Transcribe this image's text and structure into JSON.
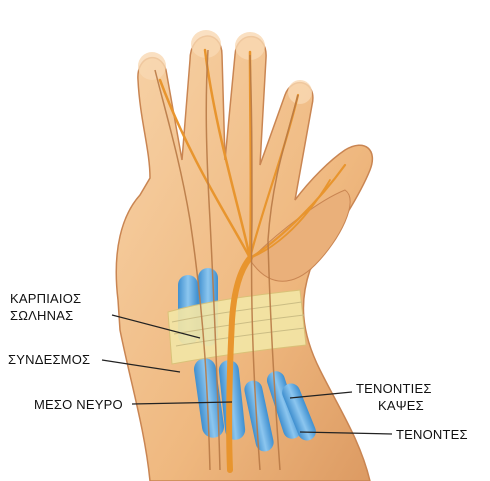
{
  "labels": {
    "carpal_tunnel_line1": "ΚΑΡΠΙΑΙΟΣ",
    "carpal_tunnel_line2": "ΣΩΛΗΝΑΣ",
    "ligament": "ΣΥΝΔΕΣΜΟΣ",
    "median_nerve": "ΜΕΣΟ ΝΕΥΡΟ",
    "tendon_sheaths_line1": "ΤΕΝΟΝΤΙΕΣ",
    "tendon_sheaths_line2": "ΚΑΨΕΣ",
    "tendons": "ΤΕΝΟΝΤΕΣ"
  },
  "colors": {
    "skin": "#f2c08a",
    "skin_shadow": "#d9925a",
    "nerve": "#e8952e",
    "sheath": "#5aa7dd",
    "ligament": "#f3e6a6",
    "leader_line": "#222222"
  }
}
